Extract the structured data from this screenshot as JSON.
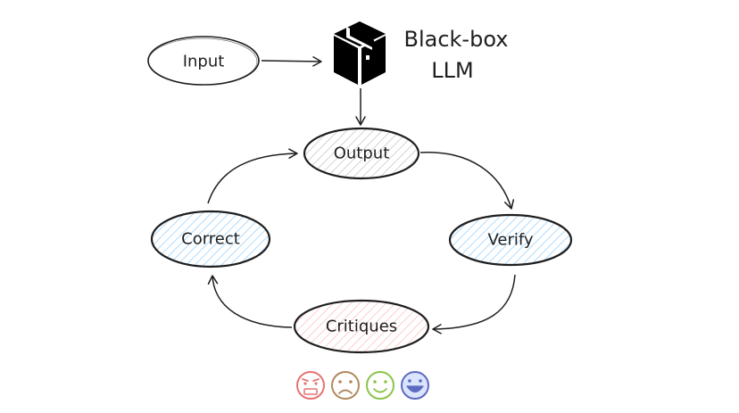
{
  "nodes": {
    "input": "Input",
    "model_line1": "Black-box",
    "model_line2": "LLM",
    "output": "Output",
    "verify": "Verify",
    "critiques": "Critiques",
    "correct": "Correct"
  },
  "icons": [
    "black-box-cube-icon",
    "very-sad-face-icon",
    "sad-face-icon",
    "happy-face-icon",
    "very-happy-face-icon"
  ],
  "colors": {
    "stroke": "#1e1e1e",
    "hatch_gray": "#c8c8c8",
    "hatch_blue": "#a5d8ff",
    "hatch_red": "#ffc9c9",
    "face_red": "#e57373",
    "face_brown": "#b08a5e",
    "face_green": "#8bc34a",
    "face_blue": "#5c6bc0",
    "face_blue_fill": "#dbe4ff"
  }
}
